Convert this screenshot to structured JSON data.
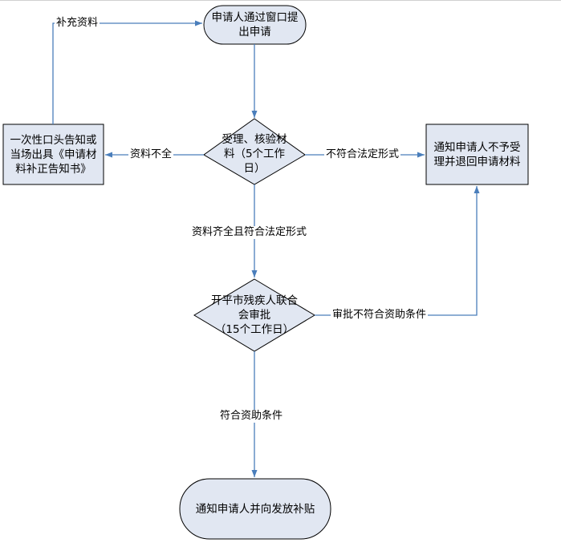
{
  "nodes": {
    "start": "申请人通过窗口提出申请",
    "review": [
      "受理、核验材",
      "料（5个工作",
      "日）"
    ],
    "supplement_notice": "一次性口头告知或当场出具《申请材料补正告知书》",
    "reject_notice": "通知申请人不予受理并退回申请材料",
    "approval": [
      "开平市残疾人联合",
      "会审批",
      "（15个工作日）"
    ],
    "end": "通知申请人并向发放补贴"
  },
  "edges": {
    "supplement": "补充资料",
    "incomplete": "资料不全",
    "not_conform_form": "不符合法定形式",
    "complete_and_conform": "资料齐全且符合法定形式",
    "not_conform_subsidy": "审批不符合资助条件",
    "conform_subsidy": "符合资助条件"
  },
  "colors": {
    "node_fill": "#e1e7f2",
    "node_stroke": "#000000",
    "arrow": "#4a7ebb"
  }
}
